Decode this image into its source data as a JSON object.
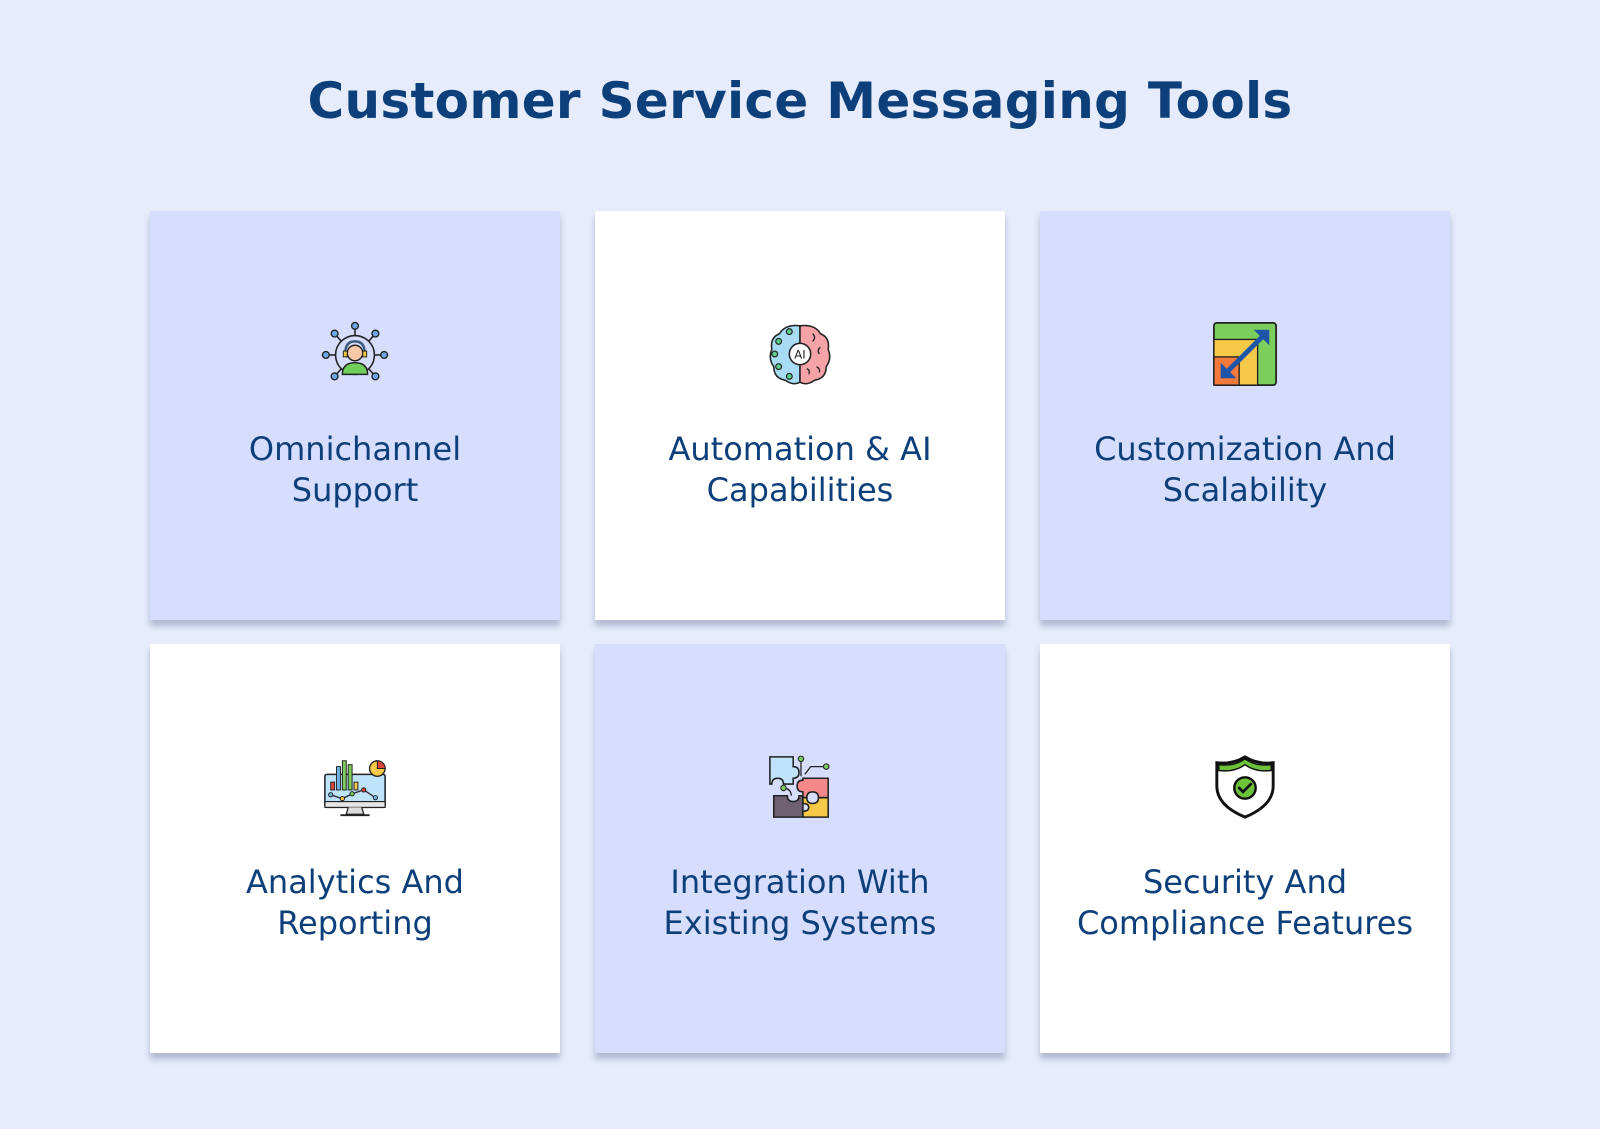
{
  "header": {
    "title": "Customer Service Messaging Tools"
  },
  "cards": [
    {
      "line1": "Omnichannel",
      "line2": "Support",
      "icon": "omnichannel-agent-icon",
      "theme": "blue"
    },
    {
      "line1": "Automation & AI",
      "line2": "Capabilities",
      "icon": "ai-brain-icon",
      "theme": "white"
    },
    {
      "line1": "Customization And",
      "line2": "Scalability",
      "icon": "scale-chart-icon",
      "theme": "blue"
    },
    {
      "line1": "Analytics And",
      "line2": "Reporting",
      "icon": "analytics-monitor-icon",
      "theme": "white"
    },
    {
      "line1": "Integration With",
      "line2": "Existing Systems",
      "icon": "puzzle-integration-icon",
      "theme": "blue"
    },
    {
      "line1": "Security And",
      "line2": "Compliance Features",
      "icon": "security-shield-icon",
      "theme": "white"
    }
  ],
  "colors": {
    "background": "#e6ecfc",
    "card_blue": "#d6ddfd",
    "card_white": "#ffffff",
    "text": "#0d3f7a"
  }
}
